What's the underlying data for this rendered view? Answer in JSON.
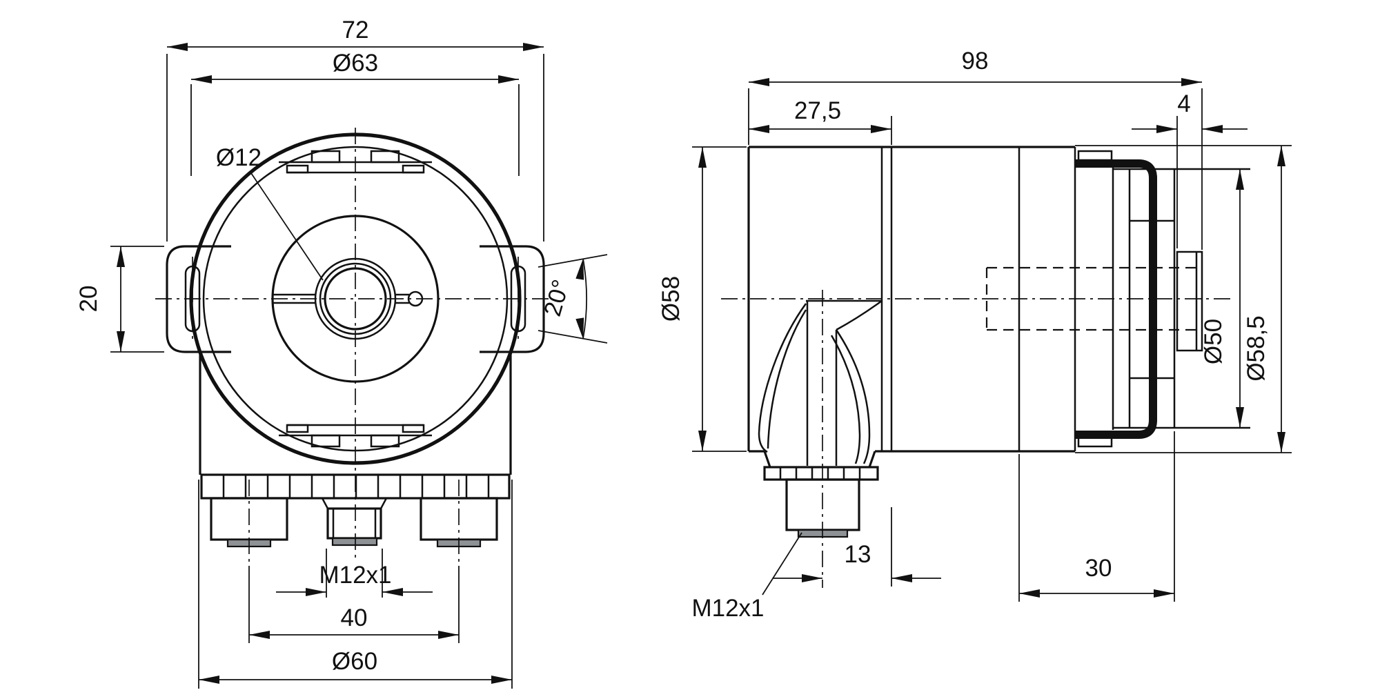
{
  "drawing": {
    "title": "rotary encoder dimensional drawing",
    "background_color": "#ffffff",
    "line_color": "#111111",
    "views": [
      "front-view",
      "side-view"
    ]
  },
  "front_view": {
    "dims": {
      "overall_width": "72",
      "flange_diameter": "Ø63",
      "bore_diameter": "Ø12",
      "ear_height": "20",
      "slot_angle": "20°",
      "connector_thread": "M12x1",
      "connector_spacing": "40",
      "bottom_diameter": "Ø60"
    }
  },
  "side_view": {
    "dims": {
      "overall_length": "98",
      "front_length": "27,5",
      "ring_width": "4",
      "body_diameter": "Ø58",
      "collar_diameter": "Ø50",
      "clamp_diameter": "Ø58,5",
      "connector_offset": "13",
      "rear_length": "30",
      "connector_thread": "M12x1"
    }
  }
}
